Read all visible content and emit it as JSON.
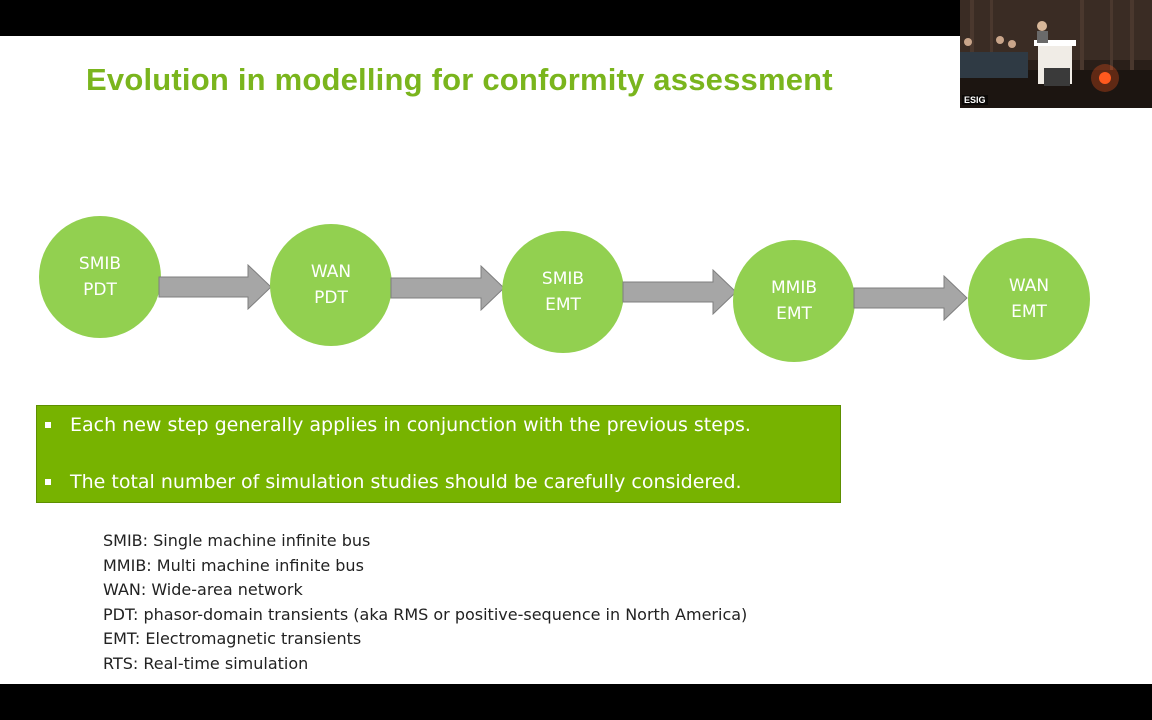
{
  "slide": {
    "title": "Evolution in modelling for conformity assessment",
    "flow_steps": [
      {
        "line1": "SMIB",
        "line2": "PDT"
      },
      {
        "line1": "WAN",
        "line2": "PDT"
      },
      {
        "line1": "SMIB",
        "line2": "EMT"
      },
      {
        "line1": "MMIB",
        "line2": "EMT"
      },
      {
        "line1": "WAN",
        "line2": "EMT"
      }
    ],
    "bullets": [
      "Each new step generally applies in conjunction with the previous steps.",
      "The total number of simulation studies should be carefully considered."
    ],
    "glossary": [
      "SMIB: Single machine infinite bus",
      "MMIB: Multi machine infinite bus",
      "WAN: Wide-area network",
      "PDT: phasor-domain transients (aka RMS or positive-sequence in North America)",
      "EMT: Electromagnetic transients",
      "RTS: Real-time simulation"
    ]
  },
  "webcam": {
    "label": "ESIG"
  },
  "colors": {
    "title_green": "#7ab51d",
    "circle_green": "#92d050",
    "box_green": "#77b300",
    "arrow_gray": "#a6a6a6"
  }
}
